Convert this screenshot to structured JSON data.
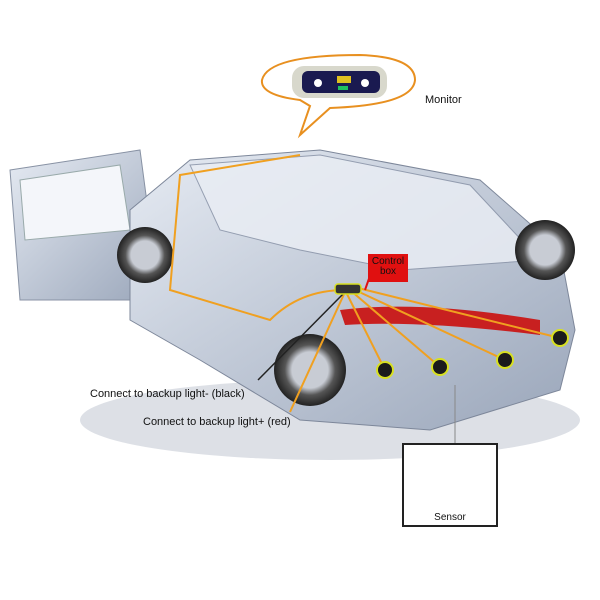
{
  "labels": {
    "monitor": "Monitor",
    "control_box": "Control box",
    "backup_black": "Connect to backup light- (black)",
    "backup_red": "Connect to backup light+ (red)",
    "sensor": "Sensor"
  },
  "colors": {
    "wire": "#f0a020",
    "sensor_ring": "#d8e020",
    "control_box_bg": "#e01010",
    "car_body": "#c9d2e0"
  }
}
